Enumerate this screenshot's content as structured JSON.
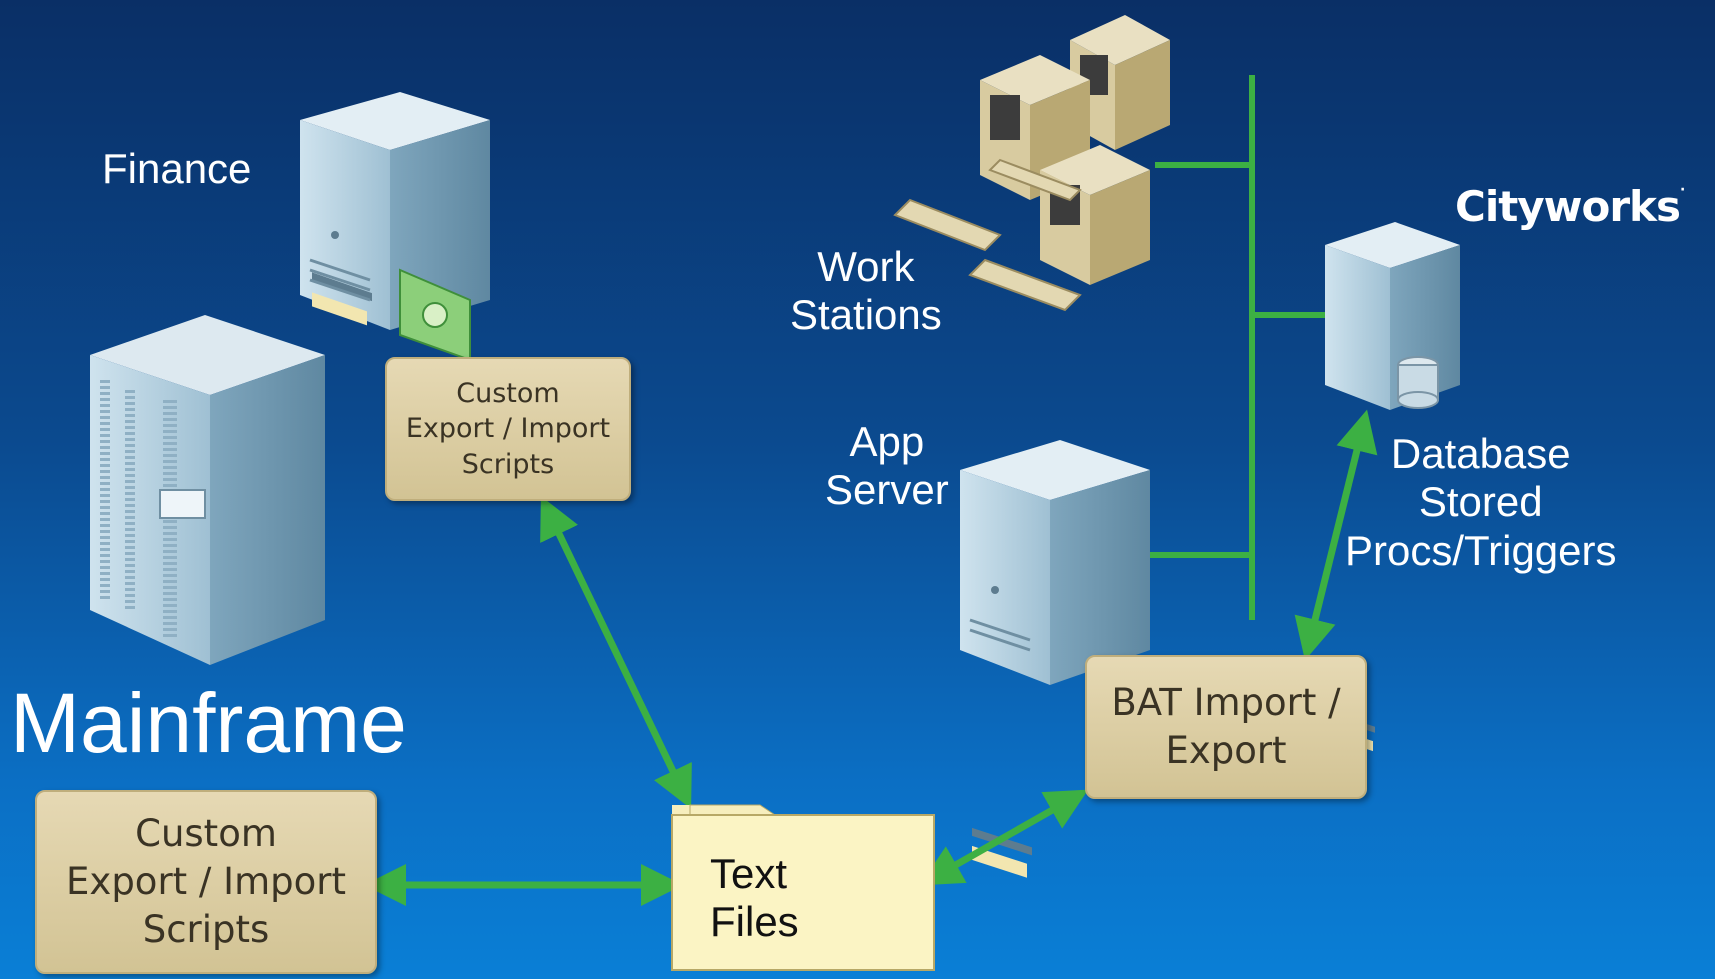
{
  "labels": {
    "finance": "Finance",
    "mainframe": "Mainframe",
    "work_stations_1": "Work",
    "work_stations_2": "Stations",
    "app_server_1": "App",
    "app_server_2": "Server",
    "database_1": "Database",
    "database_2": "Stored",
    "database_3": "Procs/Triggers",
    "cityworks": "Cityworks"
  },
  "boxes": {
    "finance_scripts": [
      "Custom",
      "Export / Import",
      "Scripts"
    ],
    "mainframe_scripts": [
      "Custom",
      "Export / Import",
      "Scripts"
    ],
    "bat_import": [
      "BAT Import /",
      "Export"
    ]
  },
  "folder": [
    "Text",
    "Files"
  ],
  "colors": {
    "connector": "#3cb043",
    "box_fill": "#dccda0",
    "folder_fill": "#fbf4c4"
  },
  "icons": [
    "server-icon",
    "mainframe-icon",
    "workstations-icon",
    "database-server-icon",
    "folder-icon",
    "money-icon"
  ]
}
